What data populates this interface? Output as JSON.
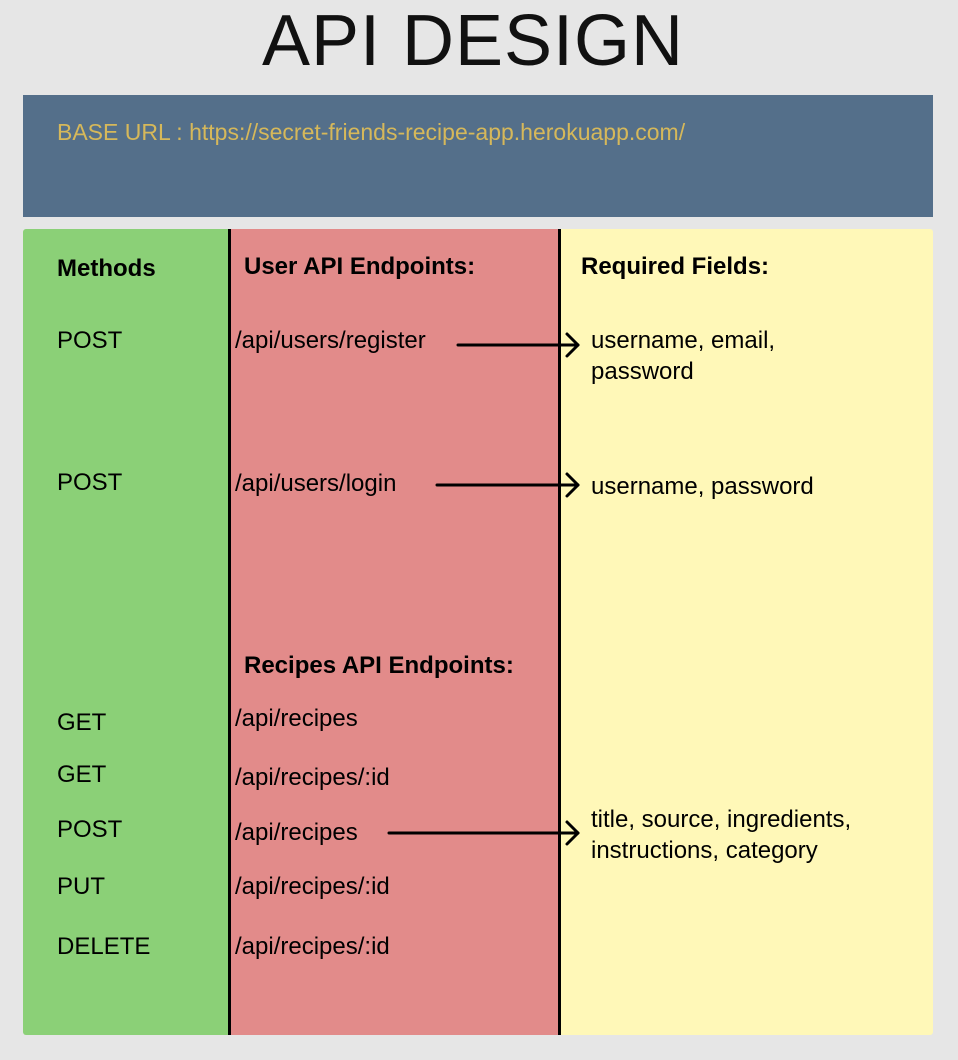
{
  "title": "API DESIGN",
  "base_url": "BASE URL : https://secret-friends-recipe-app.herokuapp.com/",
  "headers": {
    "methods": "Methods",
    "user_endpoints": "User API Endpoints:",
    "required_fields": "Required Fields:",
    "recipes_endpoints": "Recipes API Endpoints:"
  },
  "user_rows": [
    {
      "method": "POST",
      "endpoint": "/api/users/register",
      "fields_line1": "username, email,",
      "fields_line2": "password"
    },
    {
      "method": "POST",
      "endpoint": "/api/users/login",
      "fields_line1": "username, password"
    }
  ],
  "recipe_rows": [
    {
      "method": "GET",
      "endpoint": "/api/recipes"
    },
    {
      "method": "GET",
      "endpoint": "/api/recipes/:id"
    },
    {
      "method": "POST",
      "endpoint": "/api/recipes",
      "fields_line1": "title, source, ingredients,",
      "fields_line2": "instructions, category"
    },
    {
      "method": "PUT",
      "endpoint": "/api/recipes/:id"
    },
    {
      "method": "DELETE",
      "endpoint": "/api/recipes/:id"
    }
  ],
  "colors": {
    "background": "#e6e6e6",
    "banner": "#546f8a",
    "base_url_text": "#d6b85a",
    "methods_column": "#8bd077",
    "endpoints_column": "#e28b8a",
    "fields_column": "#fff8b8",
    "divider": "#000000"
  }
}
